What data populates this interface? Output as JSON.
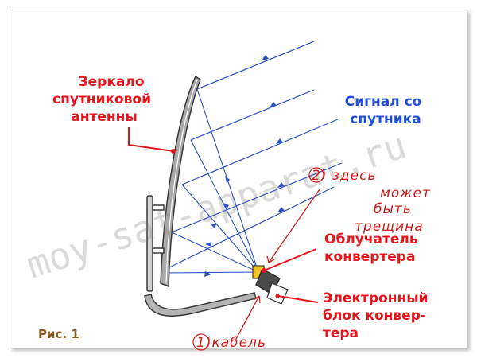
{
  "labels": {
    "mirror": [
      "Зеркало",
      "спутниковой",
      "антенны"
    ],
    "signal": [
      "Сигнал со",
      "спутника"
    ],
    "feed": [
      "Облучатель",
      "конвертера"
    ],
    "block": [
      "Электронный",
      "блок конвер-",
      "тера"
    ],
    "figure": "Рис. 1"
  },
  "annotations": {
    "crack": [
      "2) здесь",
      "может",
      "быть",
      "трещина"
    ],
    "cable": "1)кабель"
  },
  "watermark": "moy-sat-apparat.ru",
  "colors": {
    "label_red": "#e8141c",
    "label_blue": "#1f4fd6",
    "ray_blue": "#2a52c8",
    "handwriting": "#d11a1a",
    "dish_fill": "#a9a9a9",
    "feed_yellow": "#f0c020"
  }
}
